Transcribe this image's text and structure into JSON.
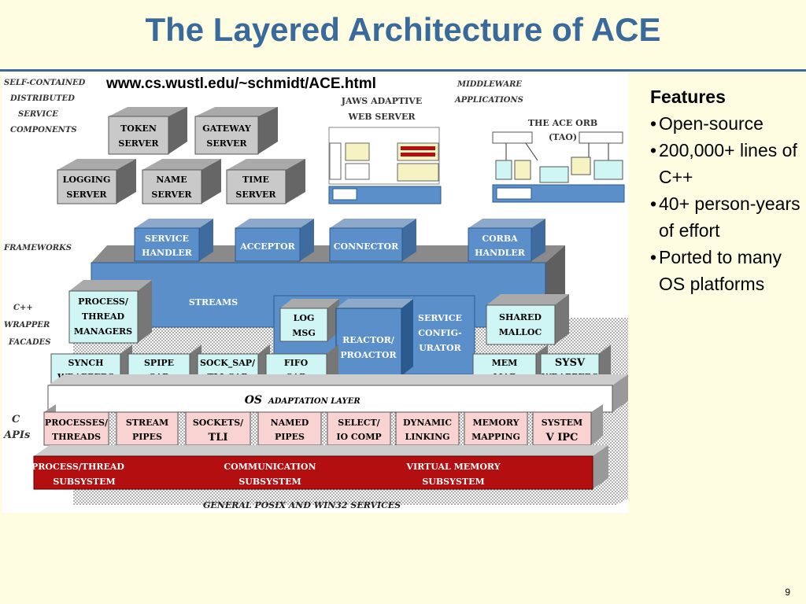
{
  "slide": {
    "title": "The Layered Architecture of ACE",
    "url": "www.cs.wustl.edu/~schmidt/ACE.html",
    "page_number": "9"
  },
  "features": {
    "heading": "Features",
    "bullets": [
      "Open-source",
      "200,000+ lines of C++",
      "40+ person-years of effort",
      "Ported to many OS platforms"
    ]
  },
  "diagram": {
    "left_labels": {
      "services": [
        "SELF-CONTAINED",
        "DISTRIBUTED",
        "SERVICE",
        "COMPONENTS"
      ],
      "frameworks": "FRAMEWORKS",
      "wrapper": [
        "C++",
        "WRAPPER",
        "FACADES"
      ],
      "capis": [
        "C",
        "APIs"
      ]
    },
    "service_components": [
      [
        "TOKEN",
        "SERVER"
      ],
      [
        "GATEWAY",
        "SERVER"
      ],
      [
        "LOGGING",
        "SERVER"
      ],
      [
        "NAME",
        "SERVER"
      ],
      [
        "TIME",
        "SERVER"
      ]
    ],
    "jaws": [
      "JAWS ADAPTIVE",
      "WEB SERVER"
    ],
    "middleware": [
      "MIDDLEWARE",
      "APPLICATIONS"
    ],
    "orb": [
      "THE ACE ORB",
      "(TAO)"
    ],
    "frameworks": [
      [
        "SERVICE",
        "HANDLER"
      ],
      [
        "ACCEPTOR"
      ],
      [
        "CONNECTOR"
      ],
      [
        "CORBA",
        "HANDLER"
      ]
    ],
    "streams": "STREAMS",
    "process_thread_managers": [
      "PROCESS/",
      "THREAD",
      "MANAGERS"
    ],
    "log_msg": [
      "LOG",
      "MSG"
    ],
    "reactor": [
      "REACTOR/",
      "PROACTOR"
    ],
    "service_configurator": [
      "SERVICE",
      "CONFIG-",
      "URATOR"
    ],
    "shared_malloc": [
      "SHARED",
      "MALLOC"
    ],
    "wrappers": [
      [
        "SYNCH",
        "WRAPPERS"
      ],
      [
        "SPIPE",
        "SAP"
      ],
      [
        "SOCK_SAP/",
        "TLI_SAP"
      ],
      [
        "FIFO",
        "SAP"
      ],
      [
        "MEM",
        "MAP"
      ],
      [
        "SYSV",
        "WRAPPERS"
      ]
    ],
    "os_layer": [
      "OS",
      "ADAPTATION LAYER"
    ],
    "c_apis": [
      [
        "PROCESSES/",
        "THREADS"
      ],
      [
        "STREAM",
        "PIPES"
      ],
      [
        "SOCKETS/",
        "TLI"
      ],
      [
        "NAMED",
        "PIPES"
      ],
      [
        "SELECT/",
        "IO COMP"
      ],
      [
        "DYNAMIC",
        "LINKING"
      ],
      [
        "MEMORY",
        "MAPPING"
      ],
      [
        "SYSTEM",
        "V IPC"
      ]
    ],
    "subsystems": [
      [
        "PROCESS/THREAD",
        "SUBSYSTEM"
      ],
      [
        "COMMUNICATION",
        "SUBSYSTEM"
      ],
      [
        "VIRTUAL MEMORY",
        "SUBSYSTEM"
      ]
    ],
    "posix": "GENERAL POSIX AND WIN32 SERVICES"
  },
  "colors": {
    "title": "#3A6A9C",
    "background": "#FFFDE1",
    "framework_blue": "#5B8FC9",
    "wrapper_cyan": "#CFF5F5",
    "capi_pink": "#F9D2D2",
    "kernel_red": "#B30F10",
    "server_gray": "#C9C9C9"
  }
}
